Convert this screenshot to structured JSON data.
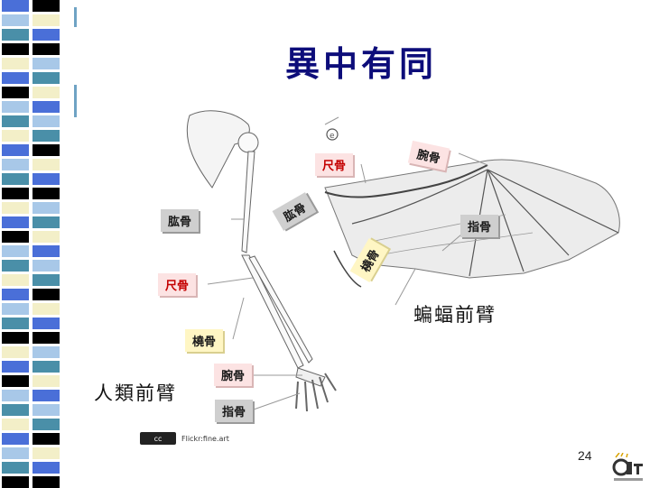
{
  "slide": {
    "title": "異中有同",
    "page_number": "24"
  },
  "labels": {
    "human_humerus": "肱骨",
    "human_ulna": "尺骨",
    "human_radius": "橈骨",
    "human_carpal": "腕骨",
    "human_phalanx": "指骨",
    "bat_ulna": "尺骨",
    "bat_carpal": "腕骨",
    "bat_humerus": "肱骨",
    "bat_phalanx": "指骨",
    "bat_radius": "橈骨"
  },
  "captions": {
    "human": "人類前臂",
    "bat": "蝙蝠前臂"
  },
  "credit": {
    "license_badge": "cc",
    "source": "Flickr:fine.art"
  },
  "colors": {
    "title": "#0d0d7a",
    "stripe_blue": "#4a6fd8",
    "stripe_teal": "#4a8fa8",
    "stripe_black": "#000000",
    "stripe_cream": "#f3efc8",
    "stripe_light": "#a8c8e8"
  }
}
